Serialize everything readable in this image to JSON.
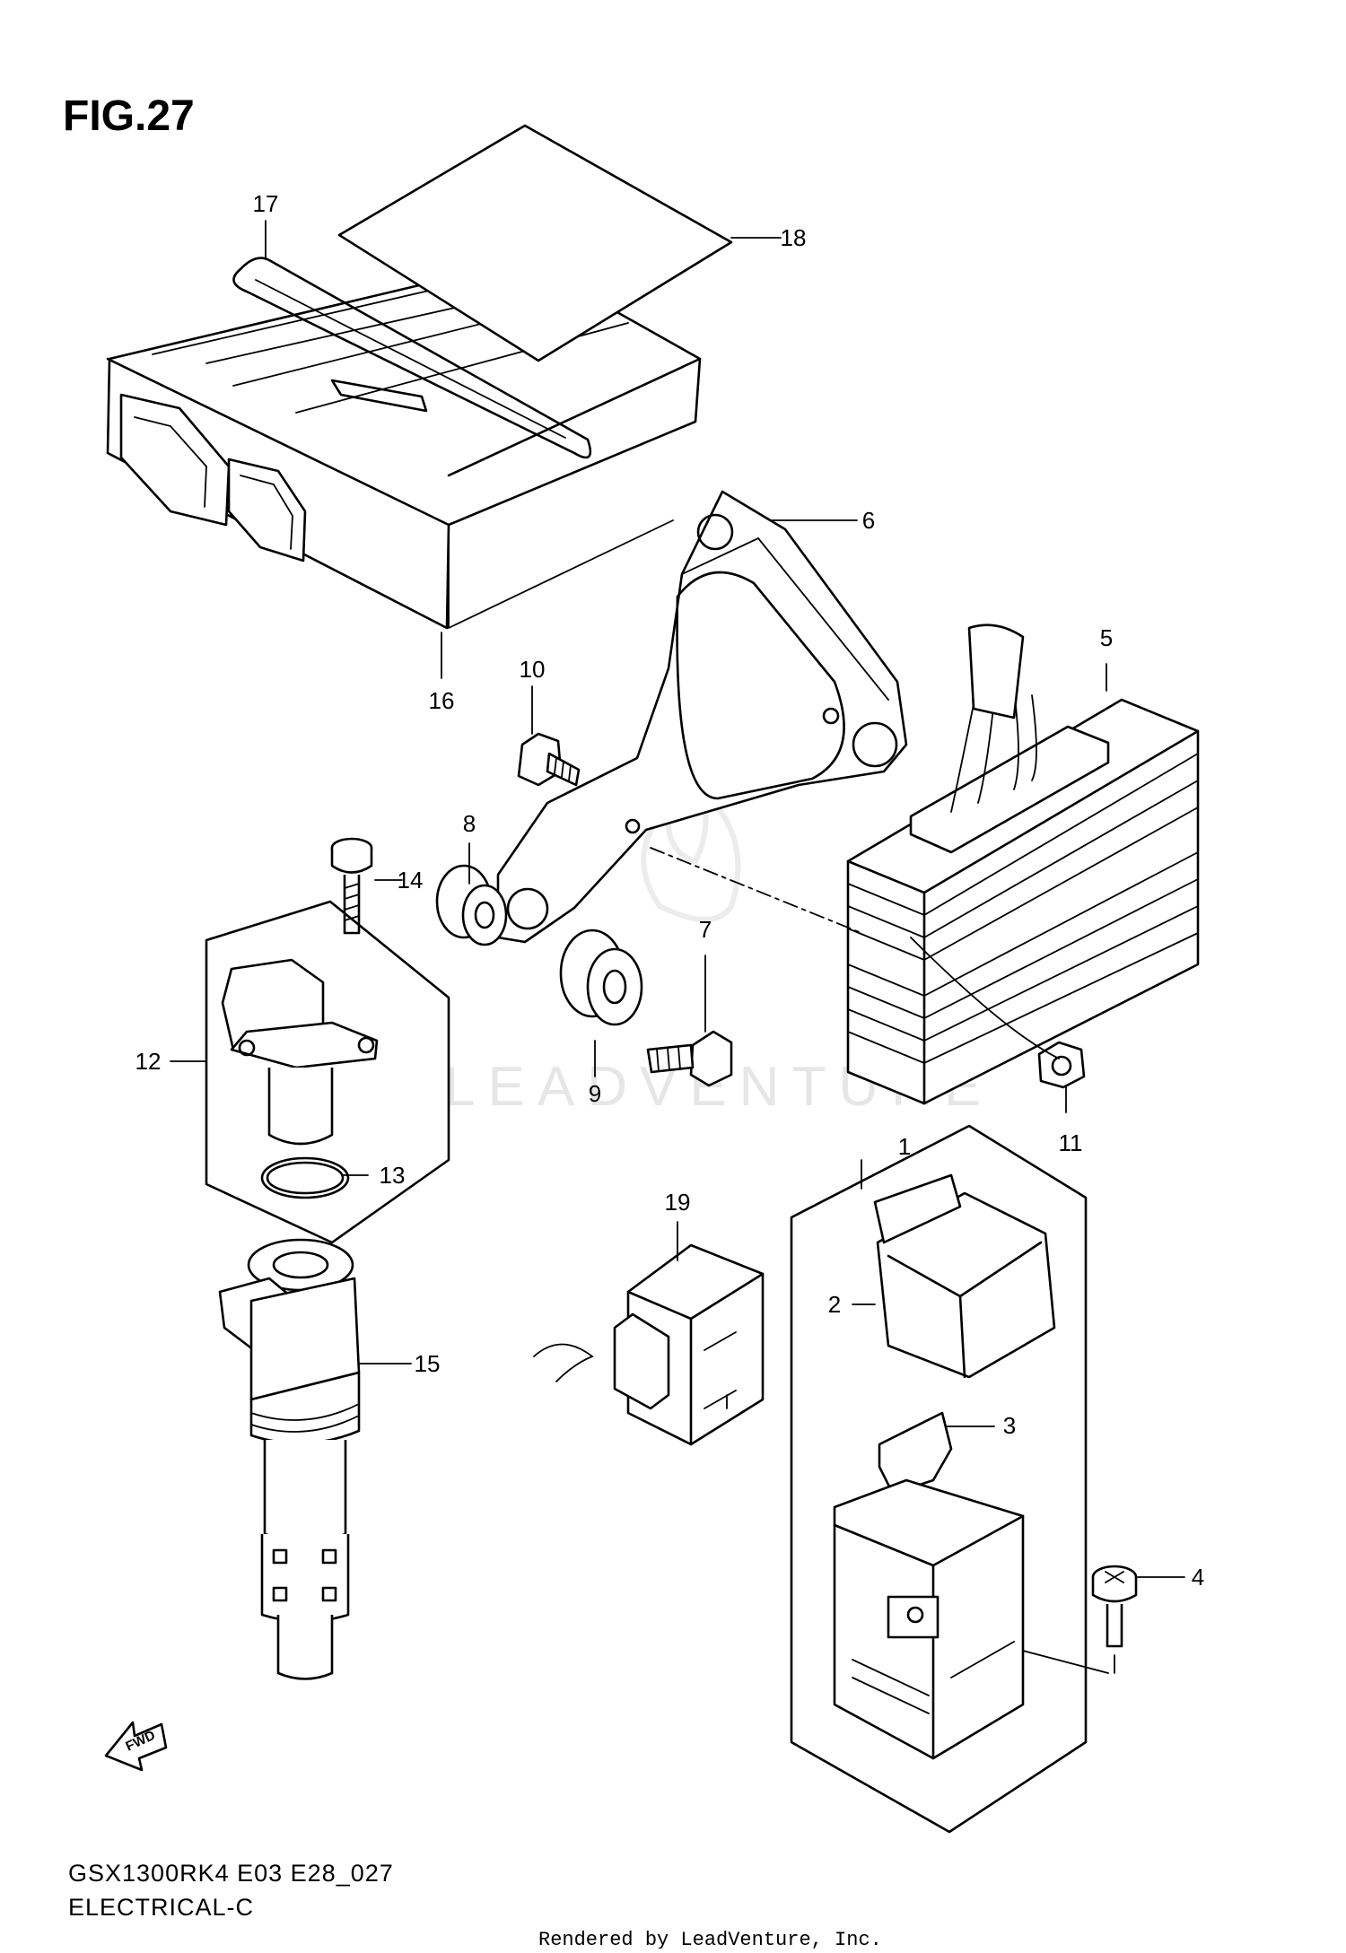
{
  "figure": {
    "title": "FIG.27",
    "model_code": "GSX1300RK4 E03 E28_027",
    "section": "ELECTRICAL-C",
    "render_credit": "Rendered by LeadVenture, Inc.",
    "watermark": "LEADVENTURE",
    "direction_marker": "FWD"
  },
  "callouts": [
    "1",
    "2",
    "3",
    "4",
    "5",
    "6",
    "7",
    "8",
    "9",
    "10",
    "11",
    "12",
    "13",
    "14",
    "15",
    "16",
    "17",
    "18",
    "19"
  ]
}
